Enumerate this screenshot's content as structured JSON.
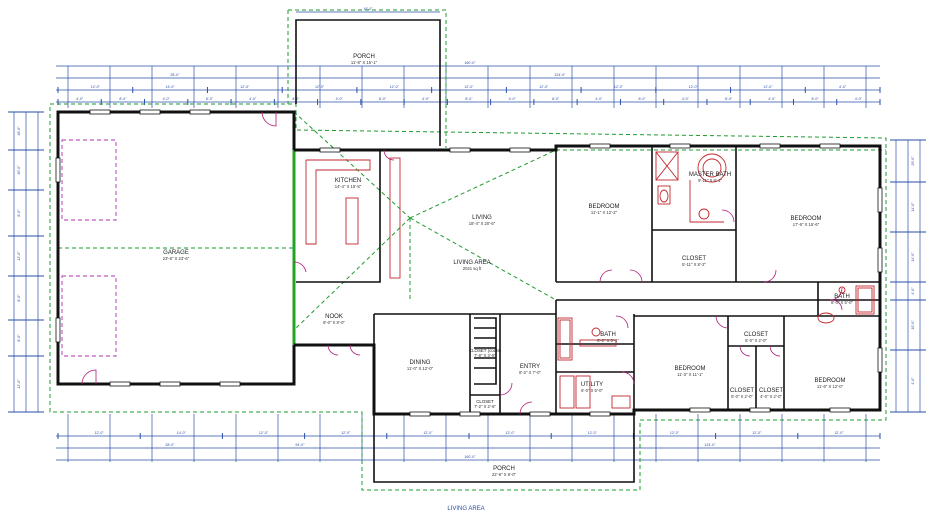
{
  "plan": {
    "caption": "LIVING AREA",
    "rooms": [
      {
        "id": "porch-top",
        "label": "PORCH",
        "size": "11'-8\" X 15'-1\""
      },
      {
        "id": "garage",
        "label": "GARAGE",
        "size": "23'-6\" X 23'-6\""
      },
      {
        "id": "kitchen",
        "label": "KITCHEN",
        "size": "14'-4\" X 15'-8\""
      },
      {
        "id": "living",
        "label": "LIVING",
        "size": "18'-4\" X 20'-6\""
      },
      {
        "id": "living-area",
        "label": "LIVING AREA",
        "size": "2021 sq ft"
      },
      {
        "id": "nook",
        "label": "NOOK",
        "size": "8'-0\" X 8'-0\""
      },
      {
        "id": "dining",
        "label": "DINING",
        "size": "11'-0\" X 12'-0\""
      },
      {
        "id": "closet-coats",
        "label": "CLOSET (coats)",
        "size": "7'-8\" X 3'-8\""
      },
      {
        "id": "closet-hall",
        "label": "CLOSET",
        "size": "7'-2\" X 2'-6\""
      },
      {
        "id": "entry",
        "label": "ENTRY",
        "size": "8'-2\" X 7'-0\""
      },
      {
        "id": "bath-hall",
        "label": "BATH",
        "size": "8'-0\" X 5'-1\""
      },
      {
        "id": "utility",
        "label": "UTILITY",
        "size": "6'-0\" X 5'-0\""
      },
      {
        "id": "bedroom-1",
        "label": "BEDROOM",
        "size": "11'-1\" X 12'-2\""
      },
      {
        "id": "master-bath",
        "label": "MASTER BATH",
        "size": "9'-11\" X 8'-1\""
      },
      {
        "id": "closet-master",
        "label": "CLOSET",
        "size": "5'-11\" X 8'-2\""
      },
      {
        "id": "bedroom-master",
        "label": "BEDROOM",
        "size": "17'-6\" X 15'-6\""
      },
      {
        "id": "bath-east",
        "label": "BATH",
        "size": "8'-0\" X 5'-0\""
      },
      {
        "id": "bedroom-2",
        "label": "BEDROOM",
        "size": "11'-3\" X 11'-1\""
      },
      {
        "id": "closet-2",
        "label": "CLOSET",
        "size": "5'-0\" X 2'-0\""
      },
      {
        "id": "closet-3",
        "label": "CLOSET",
        "size": "5'-0\" X 2'-0\""
      },
      {
        "id": "closet-4",
        "label": "CLOSET",
        "size": "4'-0\" X 2'-0\""
      },
      {
        "id": "bedroom-3",
        "label": "BEDROOM",
        "size": "11'-6\" X 12'-0\""
      },
      {
        "id": "porch-bottom",
        "label": "PORCH",
        "size": "22'-6\" X 6'-0\""
      }
    ],
    "dimensions": {
      "top": {
        "overall": "160'-0\"",
        "porch_width": "18'-0\"",
        "row1": [
          "28'-0\"",
          "124'-0\""
        ],
        "row2": [
          "12'-0\"",
          "14'-0\"",
          "12'-0\"",
          "12'-0\"",
          "12'-0\"",
          "12'-0\"",
          "12'-0\"",
          "12'-0\"",
          "12'-0\"",
          "12'-0\"",
          "4'-0\""
        ],
        "row3": [
          "4'-0\"",
          "8'-0\"",
          "4'-0\"",
          "8'-0\"",
          "4'-0\"",
          "8'-0\"",
          "4'-0\"",
          "8'-0\"",
          "4'-0\"",
          "8'-0\"",
          "4'-0\"",
          "8'-0\"",
          "4'-0\"",
          "8'-0\"",
          "4'-0\"",
          "8'-0\"",
          "4'-0\"",
          "8'-0\"",
          "4'-0\""
        ]
      },
      "bottom": {
        "overall": "160'-0\"",
        "row1": [
          "28'-0\"",
          "94'-0\"",
          "124'-0\""
        ],
        "row2": [
          "12'-0\"",
          "14'-0\"",
          "12'-0\"",
          "12'-0\"",
          "12'-0\"",
          "12'-0\"",
          "12'-0\"",
          "12'-0\"",
          "12'-0\"",
          "12'-0\""
        ],
        "porch_width": "22'-6\""
      },
      "left": [
        "48'-0\"",
        "30'-0\"",
        "8'-0\"",
        "12'-0\"",
        "8'-0\"",
        "8'-0\"",
        "12'-0\""
      ],
      "right": [
        "29'-0\"",
        "14'-0\"",
        "14'-0\"",
        "4'-0\"",
        "10'-0\"",
        "4'-0\""
      ]
    }
  }
}
